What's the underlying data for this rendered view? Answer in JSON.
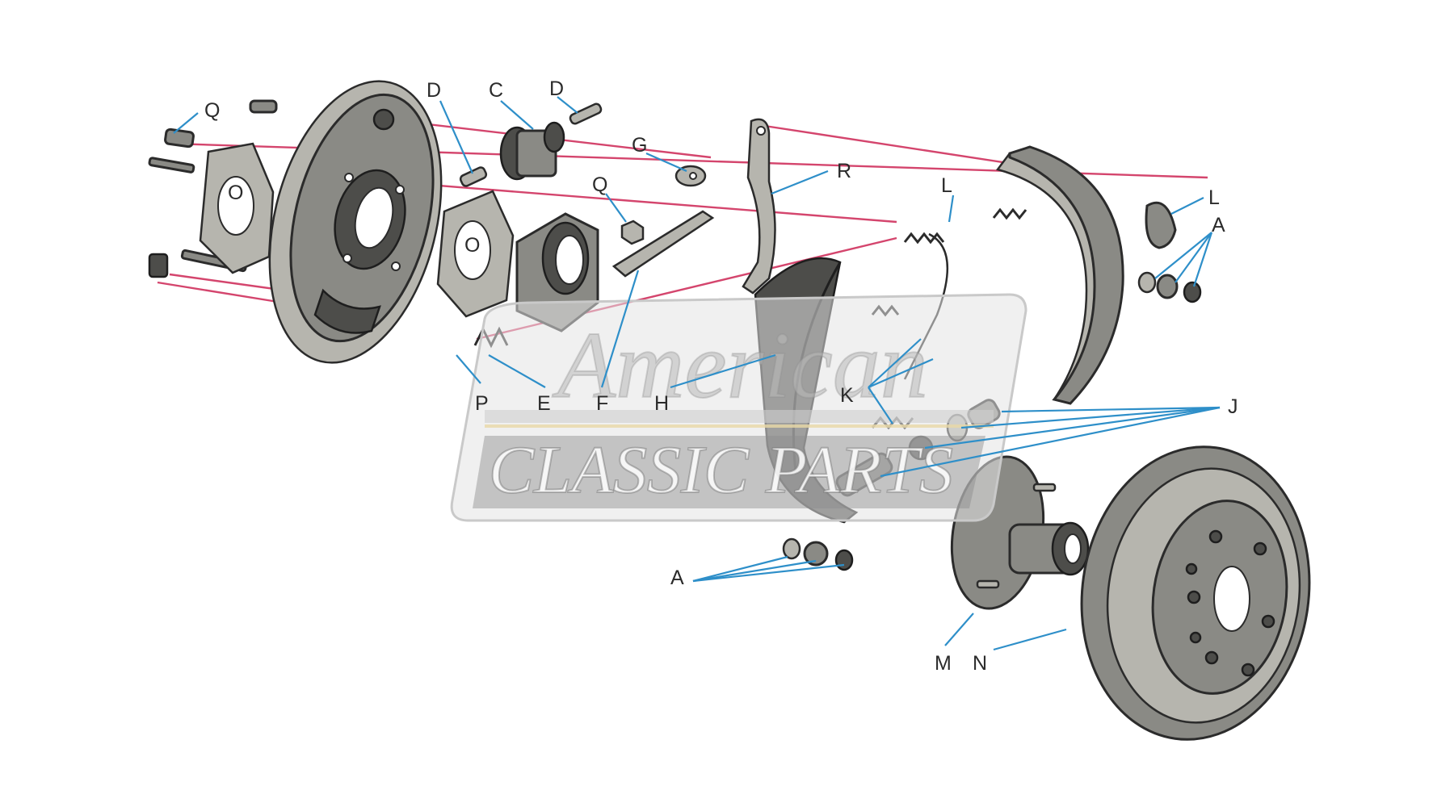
{
  "watermark": {
    "line1": "American",
    "line2": "CLASSIC PARTS"
  },
  "callouts": [
    "Q",
    "D",
    "C",
    "D",
    "G",
    "R",
    "L",
    "Q",
    "O",
    "O",
    "L",
    "A",
    "P",
    "E",
    "F",
    "H",
    "K",
    "J",
    "A",
    "M",
    "N"
  ]
}
